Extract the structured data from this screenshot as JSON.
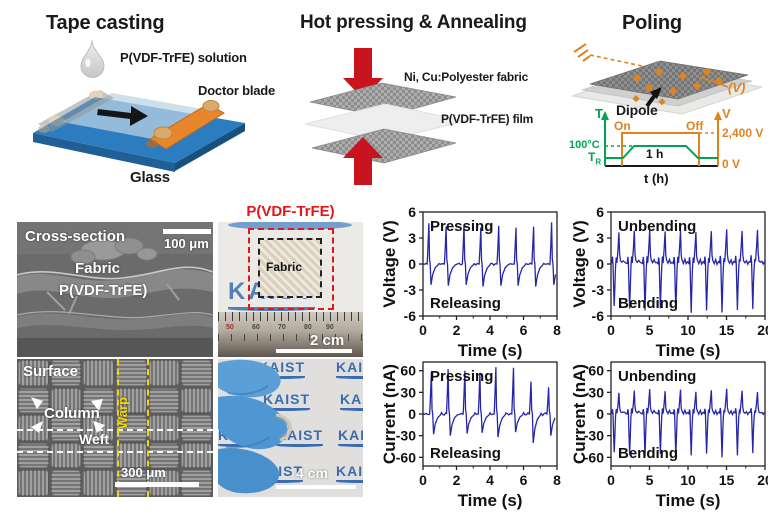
{
  "colors": {
    "kaist_blue": "#3b6cb0",
    "arrow_red": "#c8141e",
    "label_red": "#e01818",
    "poling_orange": "#e0831e",
    "temp_green": "#00a550",
    "warp_yellow": "#f2d60a",
    "trace_navy": "#2626a8",
    "glass_blue": "#2b7dc0",
    "blade_orange": "#e8862e",
    "glove_blue": "#4e97d2"
  },
  "panels": {
    "tape_casting": {
      "title": "Tape casting",
      "solution_label": "P(VDF-TrFE) solution",
      "blade_label": "Doctor blade",
      "glass_label": "Glass"
    },
    "hot_pressing": {
      "title": "Hot pressing & Annealing",
      "fabric_label": "Ni, Cu:Polyester fabric",
      "film_label": "P(VDF-TrFE) film"
    },
    "poling": {
      "title": "Poling",
      "dipole_label": "Dipole",
      "electrode_label": "(V)",
      "graph": {
        "t_axis": "T",
        "v_axis": "V",
        "on_label": "On",
        "off_label": "Off",
        "temp_high": "100°C",
        "temp_room_main": "T",
        "temp_room_sub": "R",
        "v_high": "2,400 V",
        "v_low": "0 V",
        "duration_label": "1 h",
        "x_label": "t (h)"
      }
    }
  },
  "sem": {
    "cross_section": {
      "label": "Cross-section",
      "scale_bar": "100 μm",
      "fabric_label": "Fabric",
      "film_label": "P(VDF-TrFE)"
    },
    "surface": {
      "label": "Surface",
      "column_label": "Column",
      "weft_label": "Weft",
      "warp_label": "Warp",
      "scale_bar": "300 μm"
    }
  },
  "photos": {
    "film_sample": {
      "title": "P(VDF-TrFE)",
      "fabric_label": "Fabric",
      "brand": "KAIST",
      "scale_bar": "2 cm",
      "ruler_numbers": [
        "50",
        "60",
        "70",
        "80",
        "90"
      ]
    },
    "bending": {
      "brand": "KAIST",
      "scale_bar": "4 cm"
    }
  },
  "chart_data": [
    {
      "key": "voltage-pressing",
      "type": "line",
      "xlabel": "Time (s)",
      "ylabel": "Voltage (V)",
      "label_top": "Pressing",
      "label_bottom": "Releasing",
      "xlim": [
        0,
        8
      ],
      "ylim": [
        -6,
        6
      ],
      "xticks": [
        0,
        2,
        4,
        6,
        8
      ],
      "yticks": [
        6,
        3,
        0,
        -3,
        -6
      ],
      "line_color": "#2626a8",
      "style": "biphasic",
      "spikes": [
        {
          "t": 0.35,
          "peak": 4.7,
          "under": -2.4
        },
        {
          "t": 1.38,
          "peak": 4.3,
          "under": -2.5
        },
        {
          "t": 2.45,
          "peak": 4.5,
          "under": -2.4
        },
        {
          "t": 3.45,
          "peak": 4.2,
          "under": -2.6
        },
        {
          "t": 4.52,
          "peak": 4.4,
          "under": -2.5
        },
        {
          "t": 5.55,
          "peak": 4.2,
          "under": -2.5
        },
        {
          "t": 6.6,
          "peak": 4.3,
          "under": -2.6
        },
        {
          "t": 7.68,
          "peak": 4.8,
          "under": -2.4
        }
      ]
    },
    {
      "key": "voltage-bending",
      "type": "line",
      "xlabel": "Time (s)",
      "ylabel": "Voltage (V)",
      "label_top": "Unbending",
      "label_bottom": "Bending",
      "xlim": [
        0,
        20
      ],
      "ylim": [
        -6,
        6
      ],
      "xticks": [
        0,
        5,
        10,
        15,
        20
      ],
      "yticks": [
        6,
        3,
        0,
        -3,
        -6
      ],
      "line_color": "#2626a8",
      "style": "updown",
      "cycles": [
        {
          "t": 0.1,
          "peak": 3.7,
          "under": -5.0
        },
        {
          "t": 2.1,
          "peak": 3.9,
          "under": -5.3
        },
        {
          "t": 4.1,
          "peak": 4.0,
          "under": -5.5
        },
        {
          "t": 6.1,
          "peak": 3.8,
          "under": -5.2
        },
        {
          "t": 8.1,
          "peak": 3.9,
          "under": -5.4
        },
        {
          "t": 10.1,
          "peak": 3.7,
          "under": -5.6
        },
        {
          "t": 12.1,
          "peak": 3.8,
          "under": -5.3
        },
        {
          "t": 14.1,
          "peak": 4.0,
          "under": -5.5
        },
        {
          "t": 16.1,
          "peak": 3.8,
          "under": -5.2
        },
        {
          "t": 18.1,
          "peak": 3.9,
          "under": -5.1
        }
      ]
    },
    {
      "key": "current-pressing",
      "type": "line",
      "xlabel": "Time (s)",
      "ylabel": "Current (nA)",
      "label_top": "Pressing",
      "label_bottom": "Releasing",
      "xlim": [
        0,
        8
      ],
      "ylim": [
        -72,
        72
      ],
      "xticks": [
        0,
        2,
        4,
        6,
        8
      ],
      "yticks": [
        60,
        30,
        0,
        -30,
        -60
      ],
      "line_color": "#2626a8",
      "style": "biphasic",
      "spikes": [
        {
          "t": 0.5,
          "peak": 58,
          "under": -28
        },
        {
          "t": 1.5,
          "peak": 62,
          "under": -30
        },
        {
          "t": 2.5,
          "peak": 60,
          "under": -27
        },
        {
          "t": 3.4,
          "peak": 57,
          "under": -26
        },
        {
          "t": 4.35,
          "peak": 65,
          "under": -32
        },
        {
          "t": 5.4,
          "peak": 64,
          "under": -25
        },
        {
          "t": 6.45,
          "peak": 45,
          "under": -40
        },
        {
          "t": 7.5,
          "peak": 37,
          "under": -30
        }
      ]
    },
    {
      "key": "current-bending",
      "type": "line",
      "xlabel": "Time (s)",
      "ylabel": "Current (nA)",
      "label_top": "Unbending",
      "label_bottom": "Bending",
      "xlim": [
        0,
        20
      ],
      "ylim": [
        -72,
        72
      ],
      "xticks": [
        0,
        5,
        10,
        15,
        20
      ],
      "yticks": [
        60,
        30,
        0,
        -30,
        -60
      ],
      "line_color": "#2626a8",
      "style": "updown",
      "cycles": [
        {
          "t": 0.1,
          "peak": 30,
          "under": -55
        },
        {
          "t": 2.1,
          "peak": 33,
          "under": -58
        },
        {
          "t": 4.1,
          "peak": 35,
          "under": -60
        },
        {
          "t": 6.1,
          "peak": 32,
          "under": -56
        },
        {
          "t": 8.1,
          "peak": 34,
          "under": -58
        },
        {
          "t": 10.1,
          "peak": 31,
          "under": -57
        },
        {
          "t": 12.1,
          "peak": 33,
          "under": -54
        },
        {
          "t": 14.1,
          "peak": 35,
          "under": -59
        },
        {
          "t": 16.1,
          "peak": 32,
          "under": -56
        },
        {
          "t": 18.1,
          "peak": 30,
          "under": -53
        }
      ]
    }
  ]
}
